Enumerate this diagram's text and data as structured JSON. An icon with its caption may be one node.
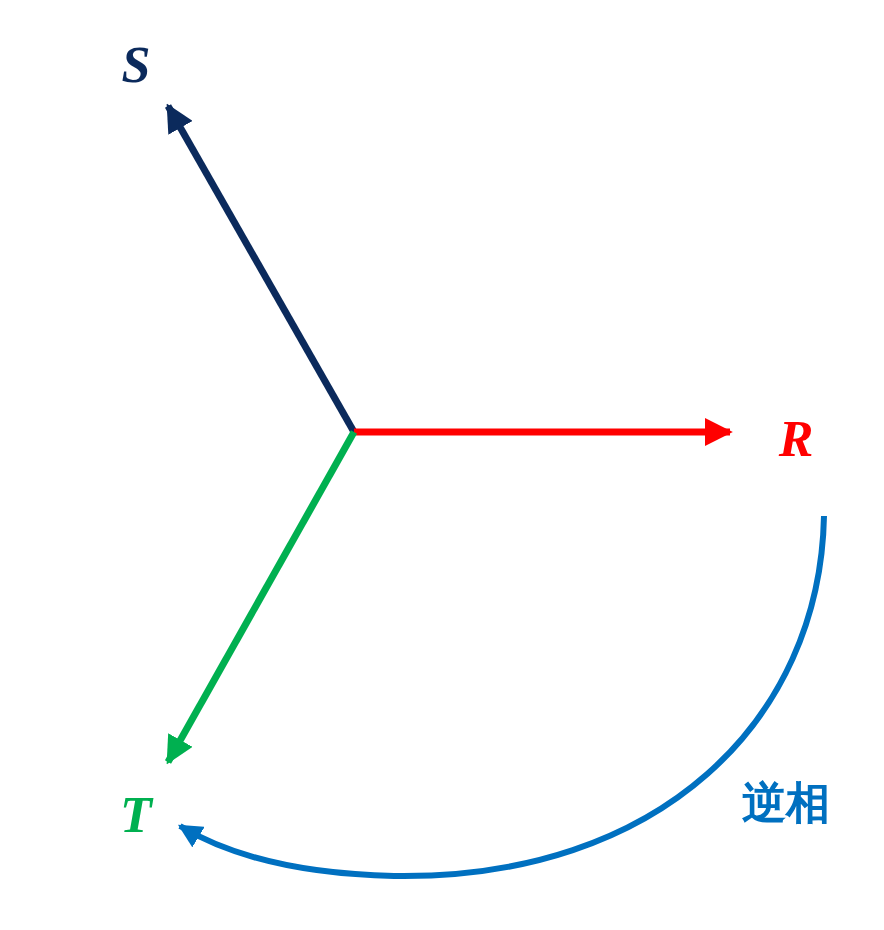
{
  "diagram": {
    "labels": [
      "S",
      "R",
      "T",
      "逆相"
    ]
  }
}
